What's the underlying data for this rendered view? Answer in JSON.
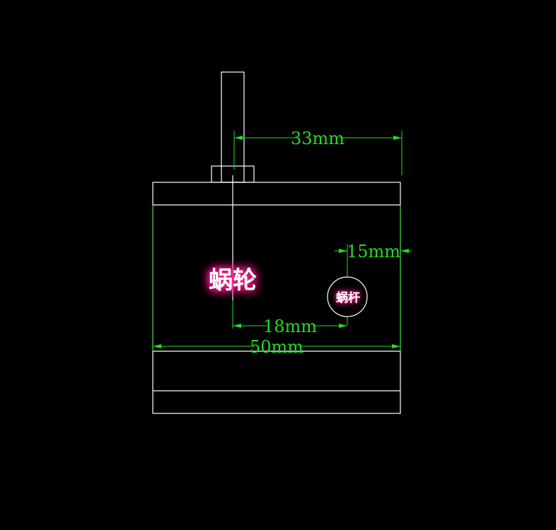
{
  "colors": {
    "background": "#000000",
    "outline": "#ffffff",
    "dimension": "#22dd22",
    "glow": "#ff1f8f"
  },
  "dimensions": {
    "top_width": "33mm",
    "side_offset": "15mm",
    "center_distance": "18mm",
    "total_width": "50mm"
  },
  "labels": {
    "worm_wheel": "蜗轮",
    "worm": "蜗杆"
  }
}
